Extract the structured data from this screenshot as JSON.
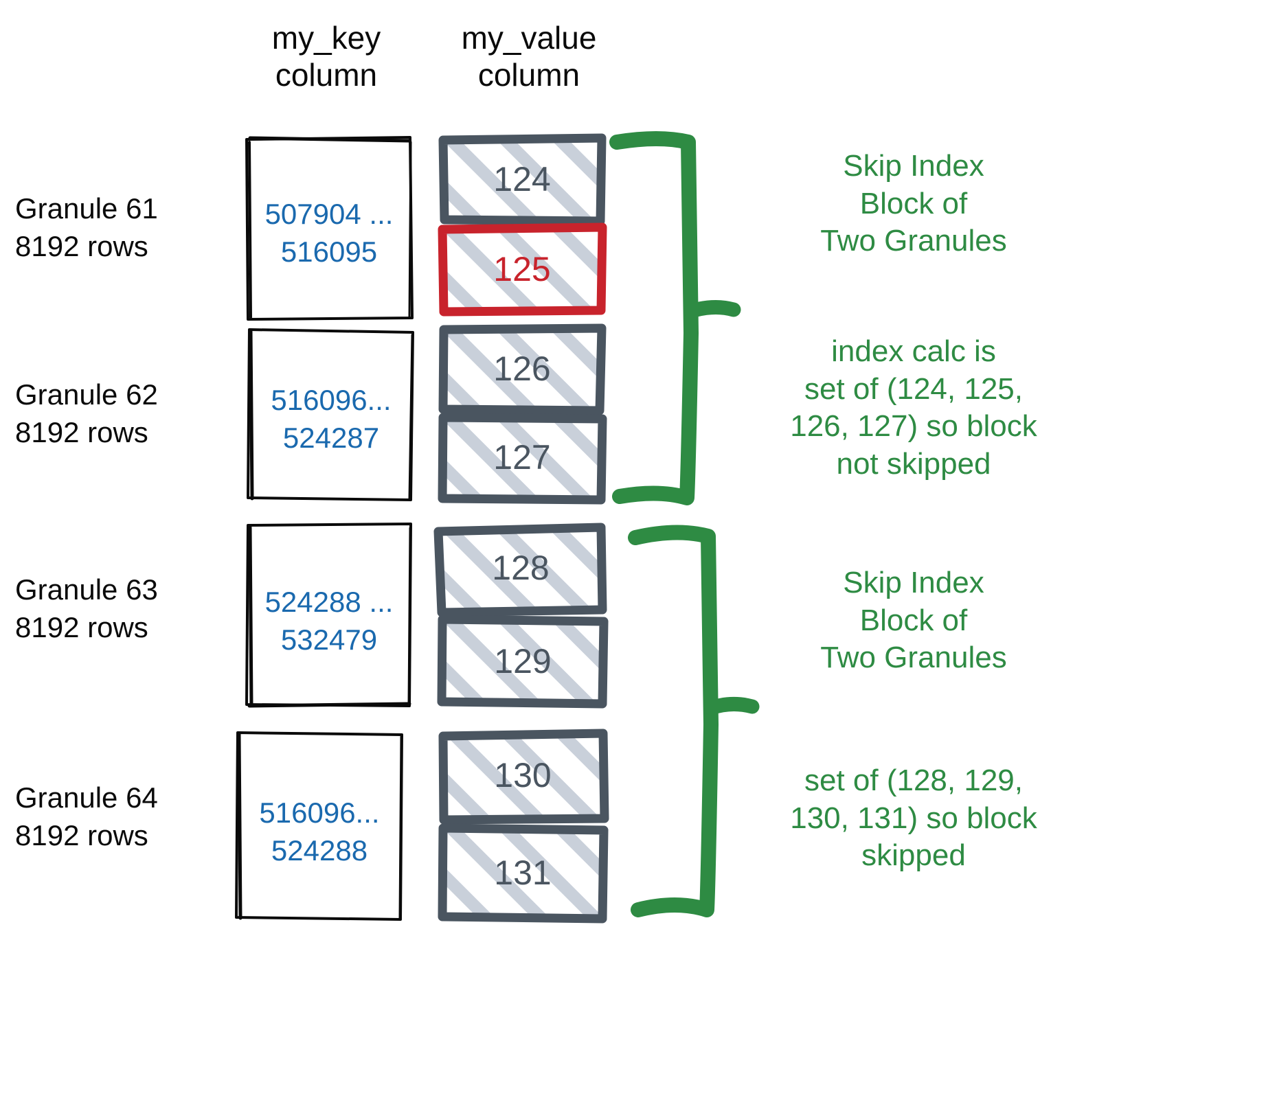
{
  "headers": {
    "key_column": "my_key\ncolumn",
    "value_column": "my_value\ncolumn"
  },
  "colors": {
    "key_text": "#1A69AE",
    "value_text": "#4A5560",
    "highlight_red": "#C8232C",
    "annotation_green": "#2E8B43",
    "box_outline": "#0A0A0A",
    "value_box_outline": "#4A5560",
    "hatch": "#C9D0DA"
  },
  "granules": [
    {
      "label": "Granule 61\n8192 rows",
      "key_range": "507904 ...\n516095",
      "values": [
        {
          "text": "124",
          "highlighted": false
        },
        {
          "text": "125",
          "highlighted": true
        }
      ]
    },
    {
      "label": "Granule 62\n8192 rows",
      "key_range": "516096...\n524287",
      "values": [
        {
          "text": "126",
          "highlighted": false
        },
        {
          "text": "127",
          "highlighted": false
        }
      ]
    },
    {
      "label": "Granule 63\n8192 rows",
      "key_range": "524288 ...\n532479",
      "values": [
        {
          "text": "128",
          "highlighted": false
        },
        {
          "text": "129",
          "highlighted": false
        }
      ]
    },
    {
      "label": "Granule 64\n8192 rows",
      "key_range": "516096...\n524288",
      "values": [
        {
          "text": "130",
          "highlighted": false
        },
        {
          "text": "131",
          "highlighted": false
        }
      ]
    }
  ],
  "notes": [
    {
      "text": "Skip Index\nBlock of\nTwo Granules"
    },
    {
      "text": "index calc is\nset of (124, 125,\n126, 127) so block\nnot skipped"
    },
    {
      "text": "Skip Index\nBlock of\nTwo Granules"
    },
    {
      "text": "set of (128, 129,\n130, 131) so block\nskipped"
    }
  ]
}
